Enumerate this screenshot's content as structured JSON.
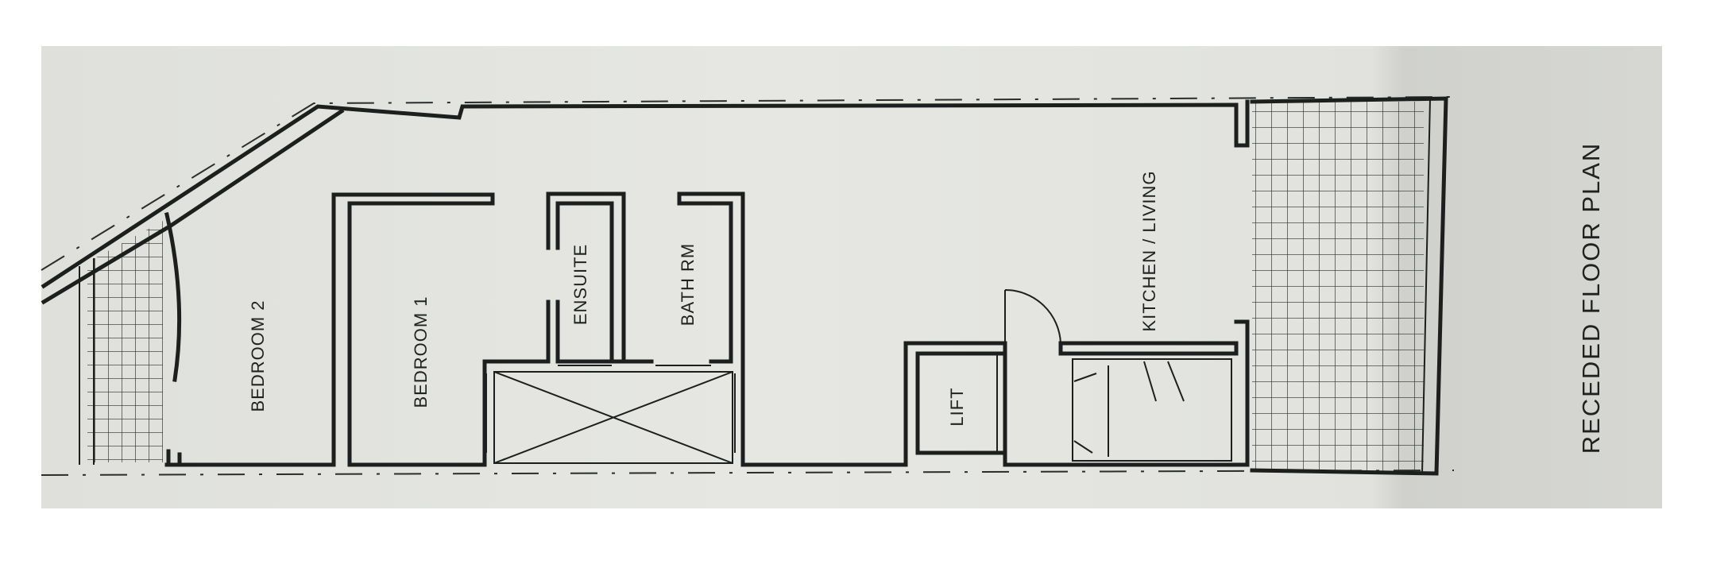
{
  "rooms": {
    "bedroom2": "BEDROOM 2",
    "bedroom1": "BEDROOM 1",
    "ensuite": "ENSUITE",
    "bathrm": "BATH RM",
    "lift": "LIFT",
    "kitchen": "KITCHEN / LIVING"
  },
  "plan_title": "RECEDED FLOOR PLAN",
  "colors": {
    "paper": "#e3e4e0",
    "paper_shade": "#d2d3cf",
    "ink": "#1c1f1d"
  }
}
